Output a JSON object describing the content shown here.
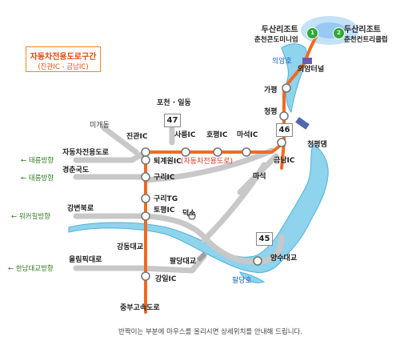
{
  "title": {
    "line1": "자동차전용도로구간",
    "line2": "(진관IC - 금남IC)"
  },
  "resorts": [
    {
      "badge": "1",
      "line1": "두산리조트",
      "line2": "춘천콘도미니엄"
    },
    {
      "badge": "2",
      "line1": "두산리조트",
      "line2": "춘천컨트리클럽"
    }
  ],
  "route_shields": [
    "47",
    "46",
    "45"
  ],
  "places": {
    "uiamho": "의암호",
    "uiam_tunnel": "의암터널",
    "gapyeong": "가평",
    "cheongpyeong": "청평",
    "cheongpyeong_dam": "청평댐",
    "geumnam_ic": "금남IC",
    "maseok": "마석",
    "maseok_ic": "마석IC",
    "hopyeong_ic": "호평IC",
    "sareung_ic": "사릉IC",
    "jingwan_ic": "진관IC",
    "pocheon": "포천 · 일동",
    "migeum": "미개동",
    "toegyewon_ic": "퇴계원IC",
    "guri_ic": "구리IC",
    "guri_tg": "구리TG",
    "topyeong_ic": "토평IC",
    "deokso": "덕소",
    "gangdong_bridge": "강동대교",
    "paldang_bridge": "팔당대교",
    "yangsu_bridge": "양수대교",
    "paldangho": "팔당호",
    "gangil_ic": "강일IC",
    "jungbu": "중부고속도로",
    "expressway_label": "(자동차전용도로)"
  },
  "roads": [
    {
      "name": "자동차전용도로",
      "direction": "← 태릉방향"
    },
    {
      "name": "경춘국도",
      "direction": "← 태릉방향"
    },
    {
      "name": "강변북로",
      "direction": "← 워커힐방향"
    },
    {
      "name": "올림픽대로",
      "direction": "← 한남대교방향"
    }
  ],
  "note": "반짝이는 부분에 마우스를 올리시면 상세위치를 안내해 드립니다.",
  "colors": {
    "expressway": "#f26a21",
    "road": "#c8c8c8",
    "water": "#7ecbe8",
    "accent": "#2ea836"
  }
}
